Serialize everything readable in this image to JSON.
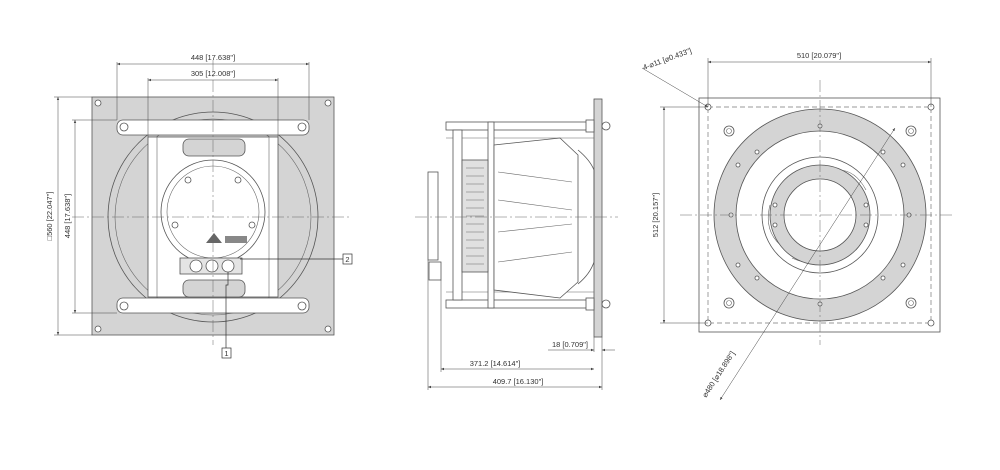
{
  "front_view": {
    "dim_448_top": "448 [17.638\"]",
    "dim_305": "305 [12.008\"]",
    "dim_560": "□560 [22.047\"]",
    "dim_448_side": "448 [17.638\"]",
    "callout_1": "1",
    "callout_2": "2"
  },
  "side_view": {
    "dim_18": "18 [0.709\"]",
    "dim_371": "371.2 [14.614\"]",
    "dim_409": "409.7 [16.130\"]"
  },
  "rear_view": {
    "dim_510": "510 [20.079\"]",
    "dim_512": "512 [20.157\"]",
    "dim_holes": "4-⌀11 [⌀0.433\"]",
    "dim_dia": "⌀480 [⌀18.898\"]"
  }
}
